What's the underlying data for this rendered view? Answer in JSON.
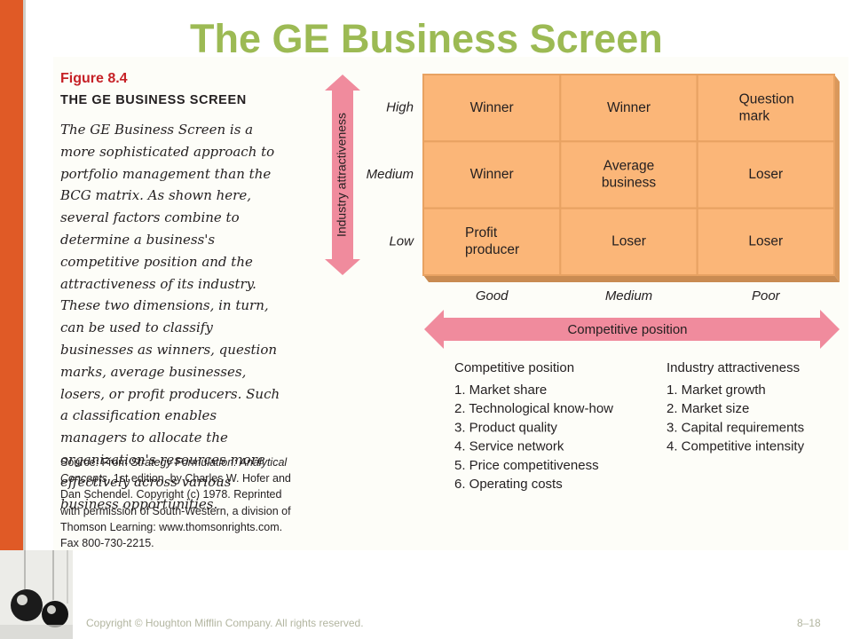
{
  "slide": {
    "title": "The GE Business Screen",
    "copyright": "Copyright © Houghton Mifflin Company. All rights reserved.",
    "page_number": "8–18"
  },
  "figure": {
    "label": "Figure 8.4",
    "heading": "THE GE BUSINESS SCREEN",
    "caption": "The GE Business Screen is a more sophisticated approach to portfolio management than the BCG matrix. As shown here, several factors combine to determine a business's competitive position and the attractiveness of its industry. These two dimensions, in turn, can be used to classify businesses as winners, question marks, average businesses, losers, or profit producers. Such a classification enables managers to allocate the organization's resources more effectively across various business opportunities.",
    "source_prefix": "Source: From ",
    "source_title": "Strategy Formulation: Analytical Concepts",
    "source_rest": ", 1st edition, by Charles W. Hofer and Dan Schendel. Copyright (c) 1978. Reprinted with permission of South-Western, a division of Thomson Learning: www.thomsonrights.com. Fax 800-730-2215."
  },
  "matrix": {
    "y_axis_label": "Industry attractiveness",
    "x_axis_label": "Competitive position",
    "rows": [
      "High",
      "Medium",
      "Low"
    ],
    "columns": [
      "Good",
      "Medium",
      "Poor"
    ],
    "cells": [
      [
        [
          "Winner"
        ],
        [
          "Winner"
        ],
        [
          "Question",
          "mark"
        ]
      ],
      [
        [
          "Winner"
        ],
        [
          "Average",
          "business"
        ],
        [
          "Loser"
        ]
      ],
      [
        [
          "Profit",
          "producer"
        ],
        [
          "Loser"
        ],
        [
          "Loser"
        ]
      ]
    ],
    "colors": {
      "cell": "#fbb678",
      "grid": "#e8a262",
      "arrow": "#f08b9d",
      "side": "#d9985b"
    }
  },
  "factors": {
    "competitive_position": {
      "title": "Competitive position",
      "items": [
        "1. Market share",
        "2. Technological know-how",
        "3. Product quality",
        "4. Service network",
        "5. Price competitiveness",
        "6. Operating costs"
      ]
    },
    "industry_attractiveness": {
      "title": "Industry attractiveness",
      "items": [
        "1. Market growth",
        "2. Market size",
        "3. Capital requirements",
        "4. Competitive intensity"
      ]
    }
  }
}
